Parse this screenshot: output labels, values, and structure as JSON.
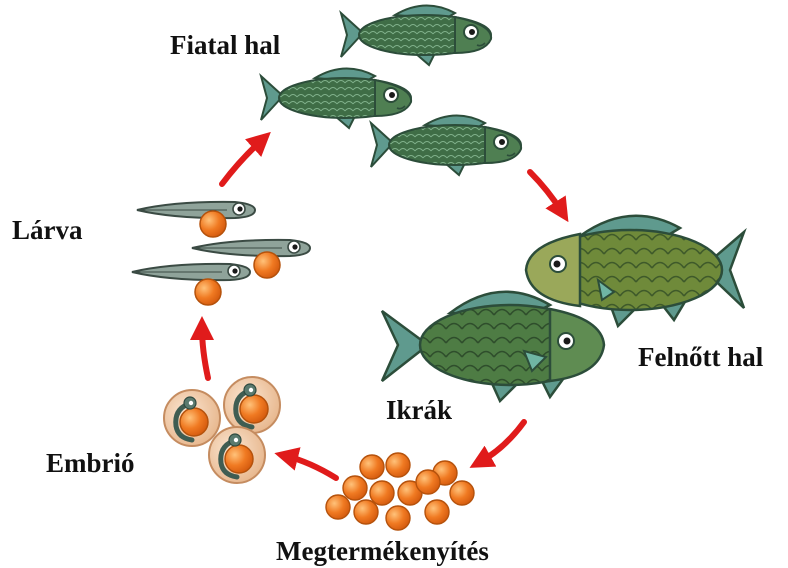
{
  "labels": {
    "young_fish": "Fiatal hal",
    "larva": "Lárva",
    "adult_fish": "Felnőtt hal",
    "eggs": "Ikrák",
    "embryo": "Embrió",
    "fertilization": "Megtermékenyítés"
  },
  "colors": {
    "arrow": "#e01b1b",
    "fish_body": "#3f6d46",
    "fish_fin": "#5f9a8e",
    "adult_body": "#6f8a3a",
    "egg": "#f07a22",
    "embryo_shell": "#f1ccaa"
  }
}
